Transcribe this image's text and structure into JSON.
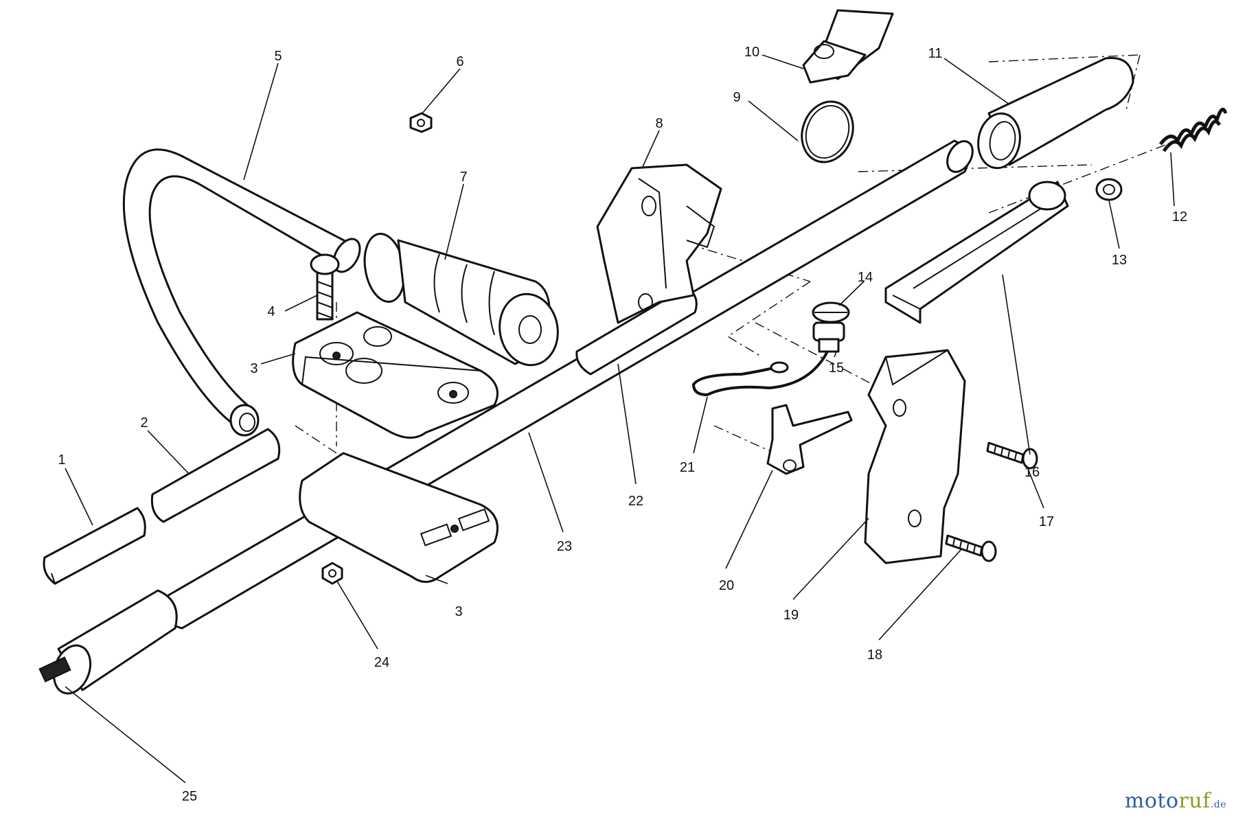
{
  "diagram": {
    "callouts": [
      "1",
      "2",
      "3",
      "3",
      "4",
      "5",
      "6",
      "7",
      "8",
      "9",
      "10",
      "11",
      "12",
      "13",
      "14",
      "15",
      "16",
      "17",
      "18",
      "19",
      "20",
      "21",
      "22",
      "23",
      "24",
      "25"
    ]
  },
  "watermark": {
    "part_a": "moto",
    "part_b": "ruf",
    "part_c": ".de"
  },
  "colors": {
    "line": "#111111",
    "background": "#ffffff",
    "watermark_blue": "#2c5da9",
    "watermark_green": "#8a9c28"
  }
}
